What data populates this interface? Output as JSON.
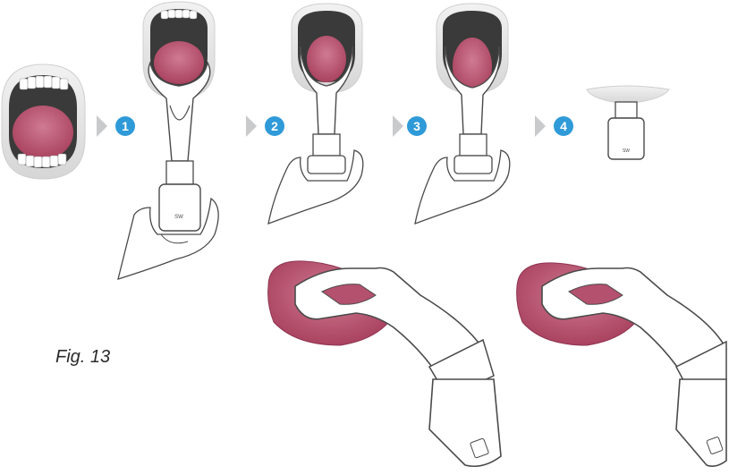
{
  "figure": {
    "caption": "Fig. 13"
  },
  "steps": [
    {
      "number": "1"
    },
    {
      "number": "2"
    },
    {
      "number": "3"
    },
    {
      "number": "4"
    }
  ],
  "colors": {
    "badge": "#2f9ad8",
    "arrow": "#c9cacc",
    "tongue": "#b4516e",
    "tongue_dark": "#8e3552",
    "mouth_dark": "#3a3a3a",
    "outline": "#4a4a4a",
    "lip": "#e4e4e4",
    "teeth": "#ffffff"
  },
  "device": {
    "logo_text": "SW"
  }
}
